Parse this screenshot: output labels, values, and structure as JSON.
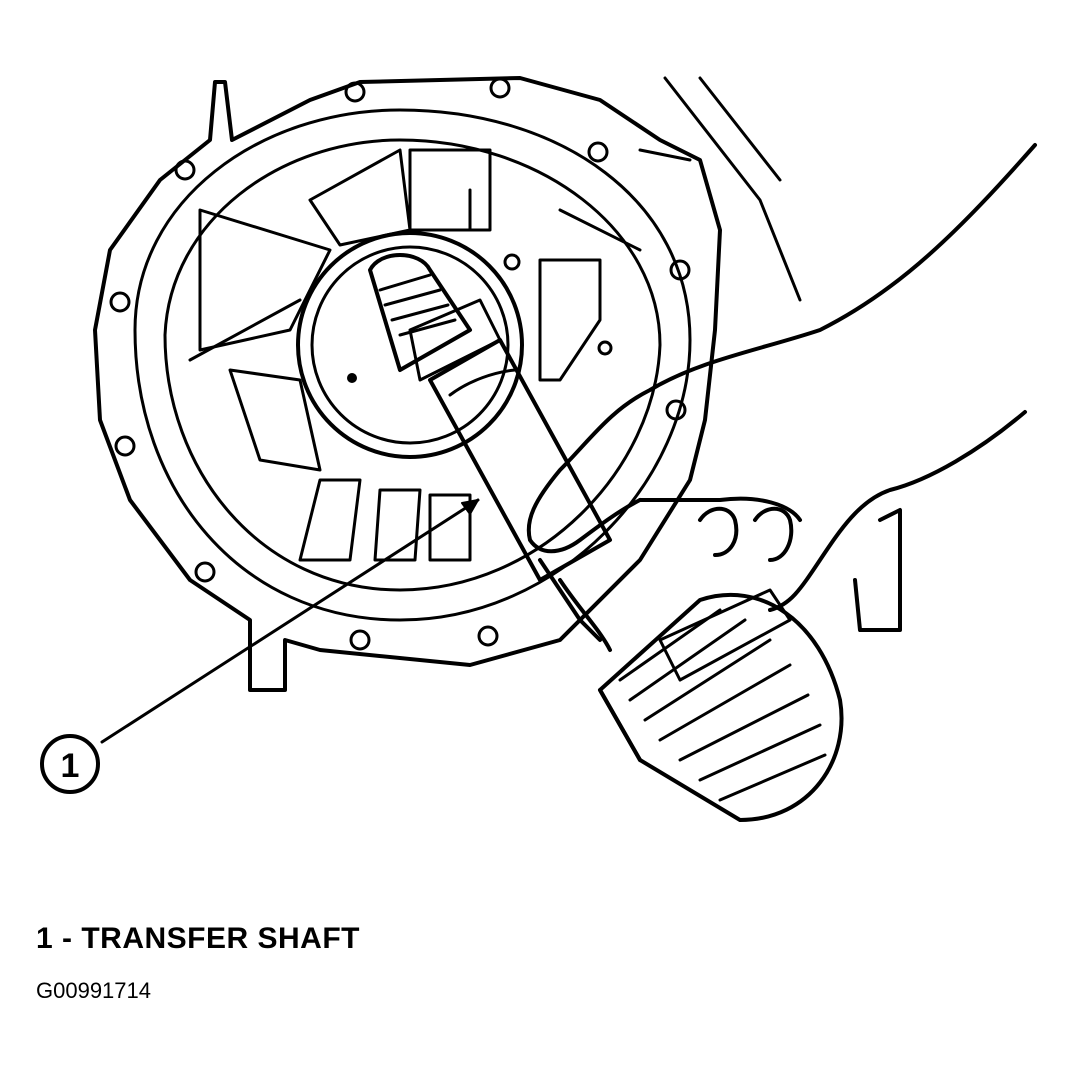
{
  "callouts": [
    {
      "number": "1"
    }
  ],
  "legend": {
    "entries": [
      {
        "text": "1 - TRANSFER SHAFT"
      }
    ]
  },
  "figure_id": "G00991714",
  "colors": {
    "ink": "#000000",
    "paper": "#ffffff"
  }
}
